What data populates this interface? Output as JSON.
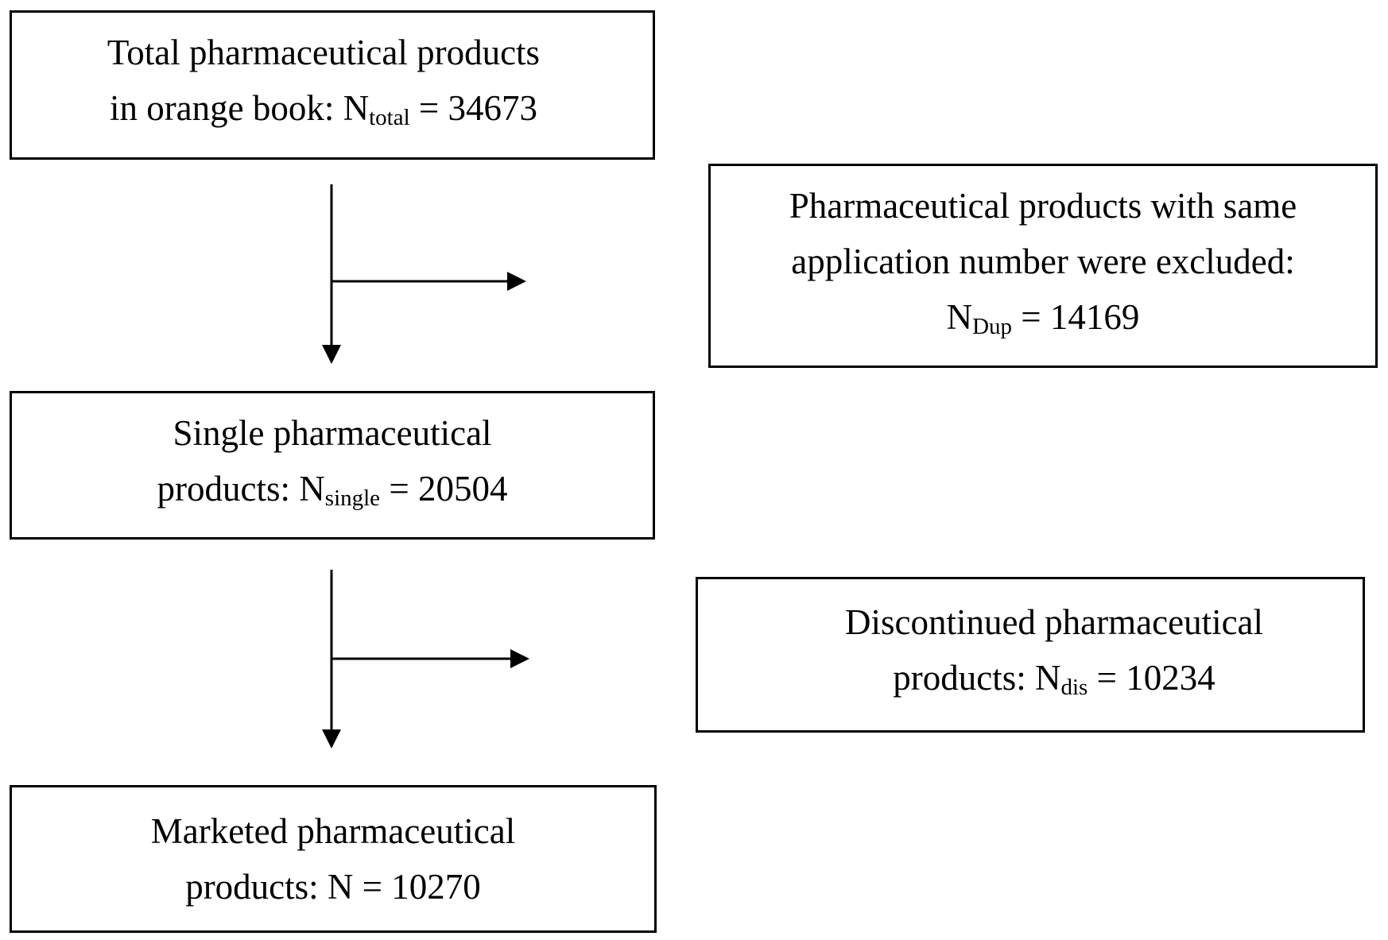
{
  "boxes": {
    "total": {
      "line1": "Total pharmaceutical products",
      "line2_prefix": "in orange book: N",
      "line2_sub": "total",
      "line2_suffix": " = 34673"
    },
    "duplicates": {
      "line1": "Pharmaceutical products with same",
      "line2": "application number were excluded:",
      "line3_prefix": "N",
      "line3_sub": "Dup",
      "line3_suffix": " = 14169"
    },
    "single": {
      "line1": "Single pharmaceutical",
      "line2_prefix": "products: N",
      "line2_sub": "single",
      "line2_suffix": " = 20504"
    },
    "discontinued": {
      "line1": "Discontinued pharmaceutical",
      "line2_prefix": "products: N",
      "line2_sub": "dis",
      "line2_suffix": " = 10234"
    },
    "marketed": {
      "line1": "Marketed pharmaceutical",
      "line2": "products: N = 10270"
    }
  },
  "colors": {
    "stroke": "#000000",
    "background": "#ffffff"
  }
}
